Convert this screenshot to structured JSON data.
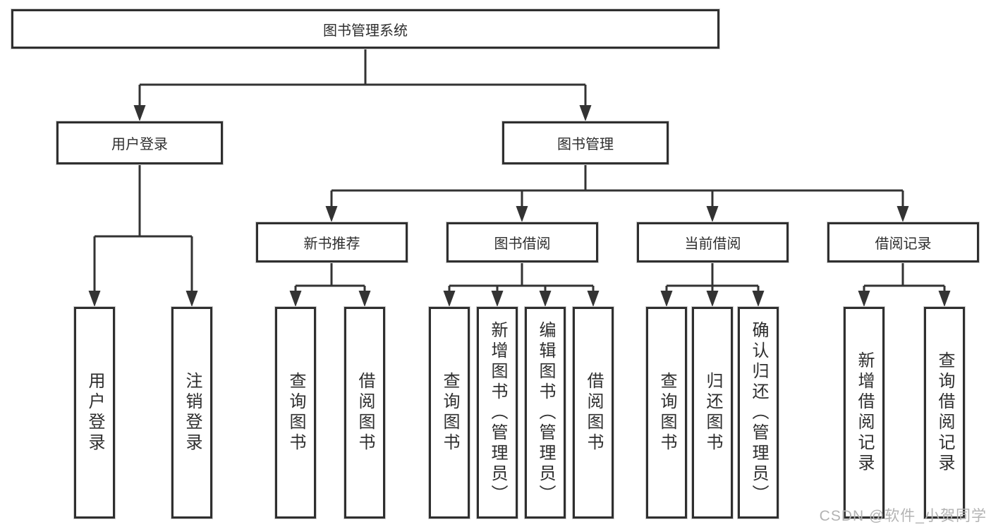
{
  "root": {
    "label": "图书管理系统"
  },
  "level2": [
    {
      "label": "用户登录",
      "children": [
        "用户登录",
        "注销登录"
      ]
    },
    {
      "label": "图书管理"
    }
  ],
  "level3": [
    {
      "label": "新书推荐",
      "children": [
        "查询图书",
        "借阅图书"
      ]
    },
    {
      "label": "图书借阅",
      "children": [
        "查询图书",
        "新增图书（管理员）",
        "编辑图书（管理员）",
        "借阅图书"
      ]
    },
    {
      "label": "当前借阅",
      "children": [
        "查询图书",
        "归还图书",
        "确认归还（管理员）"
      ]
    },
    {
      "label": "借阅记录",
      "children": [
        "新增借阅记录",
        "查询借阅记录"
      ]
    }
  ],
  "watermark": {
    "text": "CSDN @软件_小贺同学"
  },
  "colors": {
    "line": "#333333",
    "box_border": "#2f2f2f",
    "text": "#2e2e2e",
    "watermark": "#b3b3b3",
    "background": "#ffffff"
  }
}
